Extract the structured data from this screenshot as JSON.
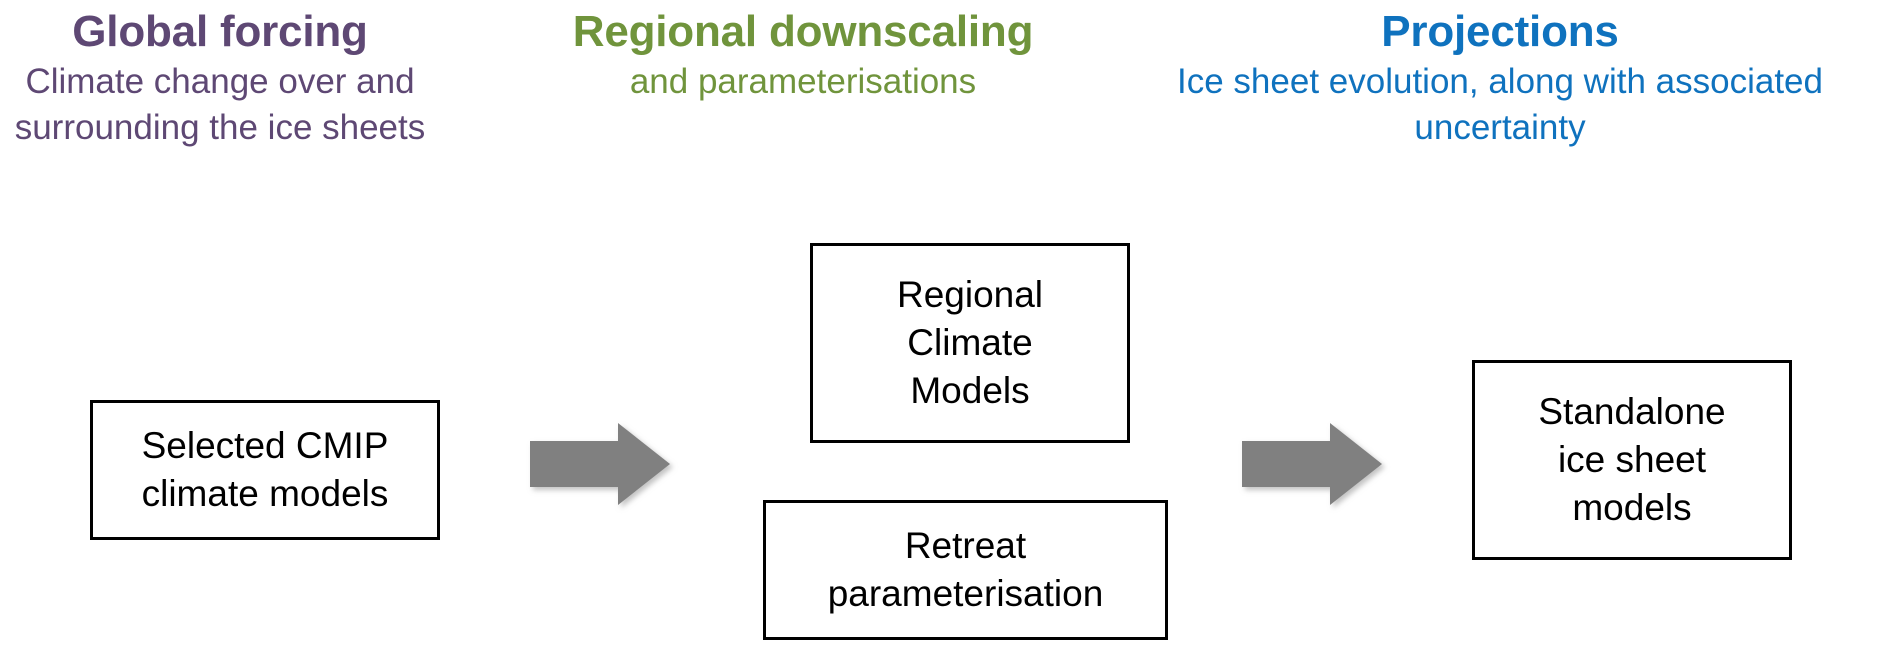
{
  "columns": [
    {
      "id": "global-forcing",
      "title": "Global forcing",
      "subtitle": "Climate change over and surrounding the ice sheets",
      "color": "#5E4874"
    },
    {
      "id": "regional-downscaling",
      "title": "Regional downscaling",
      "subtitle": "and parameterisations",
      "color": "#70943C"
    },
    {
      "id": "projections",
      "title": "Projections",
      "subtitle": "Ice sheet evolution, along with associated uncertainty",
      "color": "#0F72BE"
    }
  ],
  "boxes": [
    {
      "id": "selected-cmip-climate-models",
      "label": "Selected CMIP\nclimate models"
    },
    {
      "id": "regional-climate-models",
      "label": "Regional\nClimate\nModels"
    },
    {
      "id": "retreat-parameterisation",
      "label": "Retreat\nparameterisation"
    },
    {
      "id": "standalone-ice-sheet-models",
      "label": "Standalone\nice sheet\nmodels"
    }
  ],
  "arrows": [
    {
      "id": "arrow-global-to-regional",
      "direction": "right",
      "color": "#808080"
    },
    {
      "id": "arrow-regional-to-projections",
      "direction": "right",
      "color": "#808080"
    }
  ],
  "box_style": {
    "border_color": "#000000",
    "fill_color": "#FFFFFF",
    "text_color": "#000000"
  }
}
